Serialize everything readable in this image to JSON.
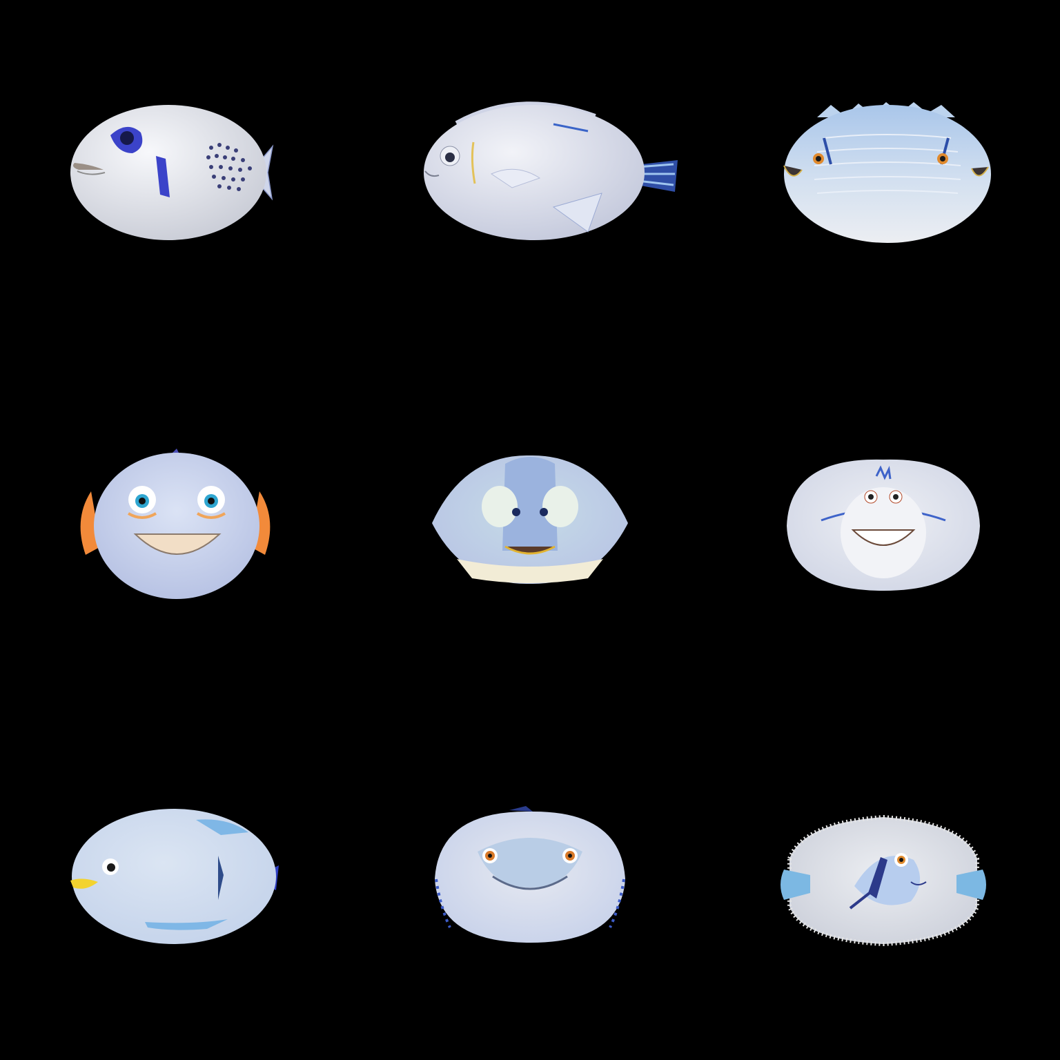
{
  "grid": {
    "rows": 3,
    "cols": 3,
    "background_color": "#000000",
    "items": [
      {
        "label": "",
        "subject": "white-pufferfish-side-view",
        "palette": {
          "body": "#e6e8ee",
          "accent": "#3b43c9"
        }
      },
      {
        "label": "",
        "subject": "pale-tang-side-view",
        "palette": {
          "body": "#dde1ee",
          "accent": "#3a64c8"
        }
      },
      {
        "label": "",
        "subject": "striped-blue-fish-two-faced",
        "palette": {
          "body": "#c3d6ec",
          "accent": "#2c4ea8"
        }
      },
      {
        "label": "",
        "subject": "round-fish-face-orange-fins",
        "palette": {
          "body": "#c9d4ee",
          "accent": "#f28a3a"
        }
      },
      {
        "label": "",
        "subject": "flat-ray-face-front",
        "palette": {
          "body": "#c7d7ea",
          "accent": "#e2b330"
        }
      },
      {
        "label": "",
        "subject": "smiling-white-ray",
        "palette": {
          "body": "#e3e6ef",
          "accent": "#3e63c9"
        }
      },
      {
        "label": "",
        "subject": "flat-oval-fish-yellow-lips",
        "palette": {
          "body": "#cfdcee",
          "accent": "#f3d32f"
        }
      },
      {
        "label": "",
        "subject": "ray-face-orange-eyes",
        "palette": {
          "body": "#cfd8ea",
          "accent": "#3d5cc7"
        }
      },
      {
        "label": "",
        "subject": "fish-in-frame",
        "palette": {
          "body": "#d6dae3",
          "accent": "#7cb8e3"
        }
      }
    ]
  }
}
